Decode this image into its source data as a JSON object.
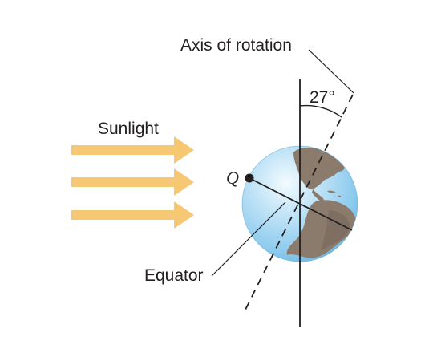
{
  "labels": {
    "axis_of_rotation": "Axis of rotation",
    "angle": "27°",
    "sunlight": "Sunlight",
    "point": "Q",
    "equator": "Equator"
  },
  "colors": {
    "sun_arrow": "#f7c873",
    "ocean_light": "#e6f4fc",
    "ocean_mid": "#a9d6f1",
    "ocean_dark": "#6eb6e2",
    "land": "#8a7b6c",
    "land_dark": "#6f6256",
    "line": "#231f20"
  },
  "icons": {
    "globe": "earth-globe-icon",
    "arrow": "sunlight-arrow-icon"
  }
}
